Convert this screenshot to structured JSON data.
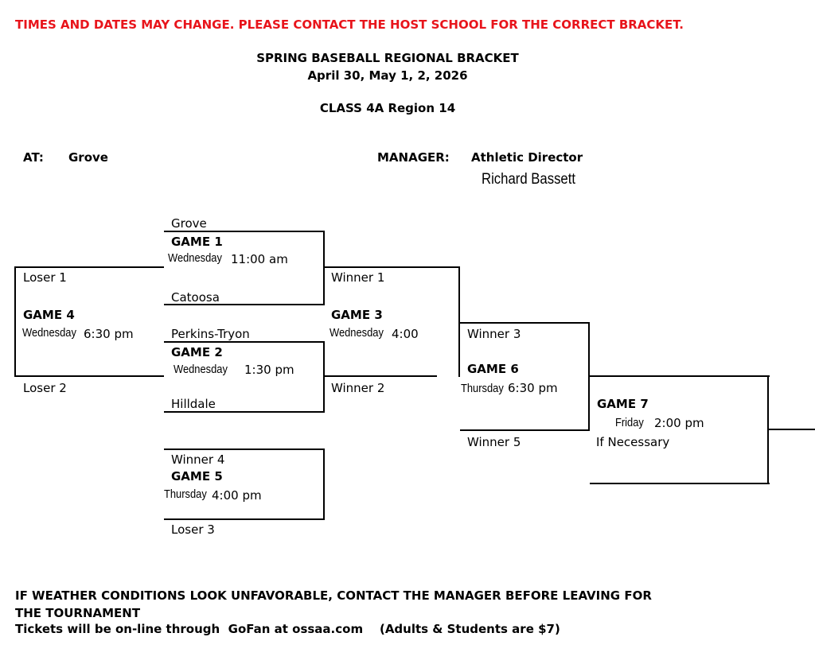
{
  "header": {
    "warning": "TIMES AND DATES MAY CHANGE. PLEASE CONTACT THE HOST SCHOOL FOR THE CORRECT BRACKET.",
    "title": "SPRING BASEBALL REGIONAL BRACKET",
    "dates": "April 30, May 1, 2, 2026",
    "class_region": "CLASS 4A Region 14"
  },
  "info": {
    "at_label": "AT:",
    "at_value": "Grove",
    "manager_label": "MANAGER:",
    "manager_title": "Athletic Director",
    "manager_name": "Richard Bassett"
  },
  "bracket": {
    "game1": {
      "top": "Grove",
      "label": "GAME 1",
      "day": "Wednesday",
      "time": "11:00 am",
      "bottom": "Catoosa"
    },
    "game2": {
      "top": "Perkins-Tryon",
      "label": "GAME 2",
      "day": "Wednesday",
      "time": "1:30 pm",
      "bottom": "Hilldale"
    },
    "game3": {
      "top": "Winner 1",
      "label": "GAME 3",
      "day": "Wednesday",
      "time": "4:00",
      "bottom": "Winner 2"
    },
    "game4": {
      "top": "Loser 1",
      "label": "GAME 4",
      "day": "Wednesday",
      "time": "6:30 pm",
      "bottom": "Loser 2"
    },
    "game5": {
      "top": "Winner 4",
      "label": "GAME 5",
      "day": "Thursday",
      "time": "4:00 pm",
      "bottom": "Loser 3"
    },
    "game6": {
      "top": "Winner 3",
      "label": "GAME 6",
      "day": "Thursday",
      "time": "6:30 pm",
      "bottom": "Winner 5"
    },
    "game7": {
      "label": "GAME 7",
      "day": "Friday",
      "time": "2:00 pm",
      "note": "If  Necessary"
    }
  },
  "footer": {
    "weather_line1": "IF WEATHER CONDITIONS LOOK UNFAVORABLE, CONTACT THE MANAGER BEFORE LEAVING FOR",
    "weather_line2": "THE TOURNAMENT",
    "tickets": "Tickets will be on-line through  GoFan at ossaa.com    (Adults & Students are $7)"
  }
}
